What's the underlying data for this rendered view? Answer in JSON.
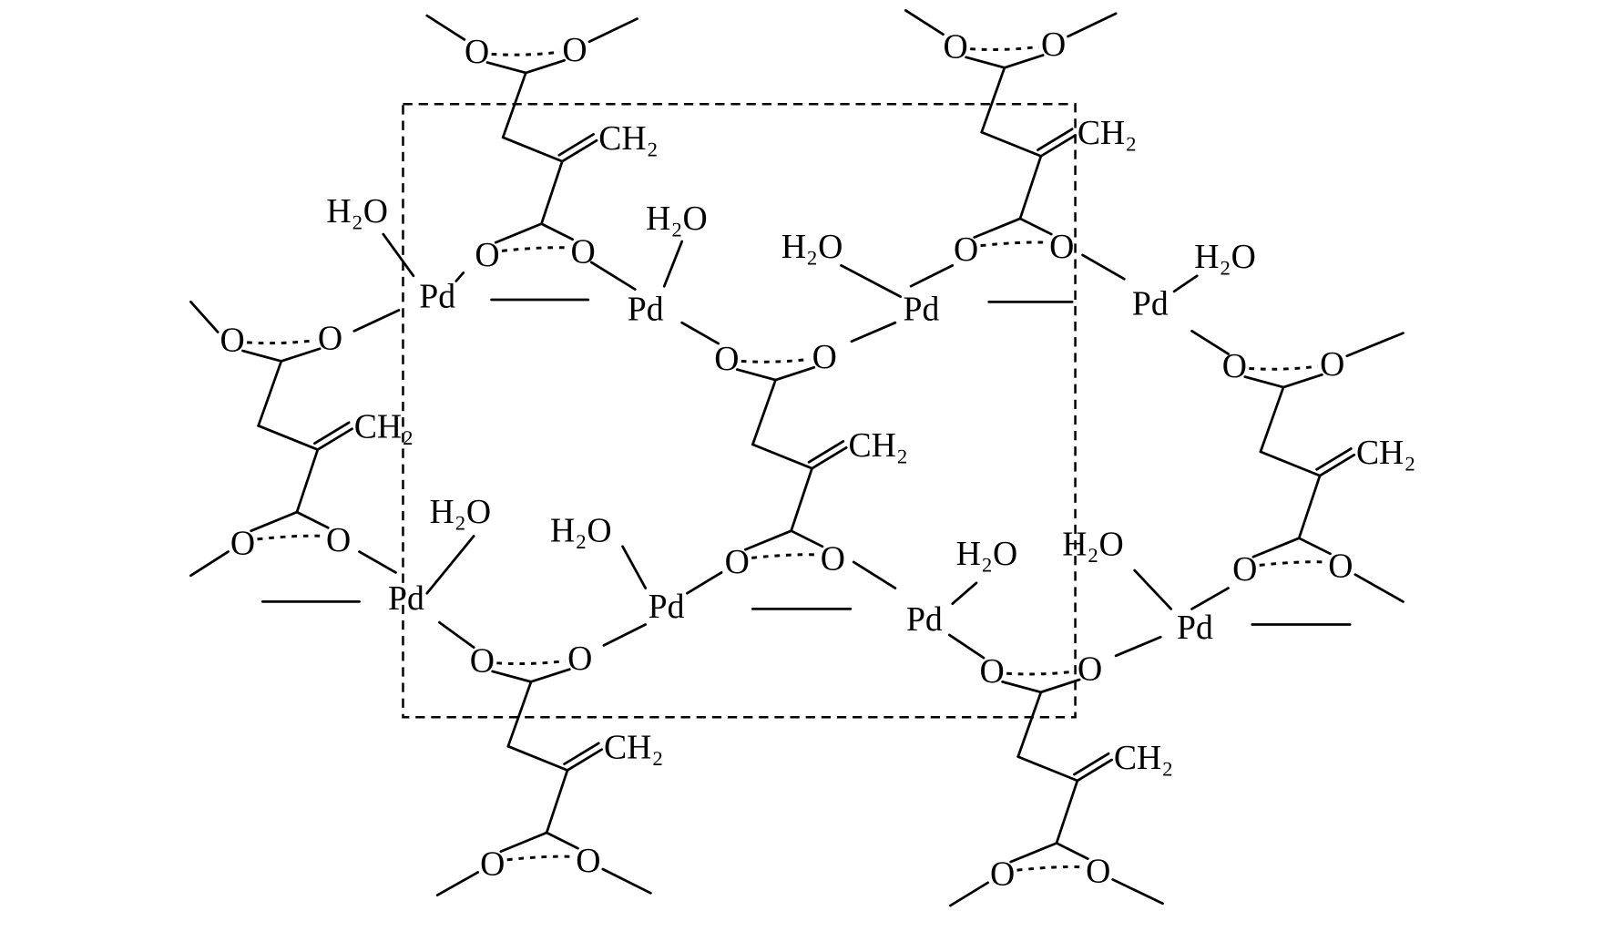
{
  "labels": {
    "palladium": "Pd",
    "water": "H₂O",
    "oxygen": "O",
    "methylene": "CH₂"
  }
}
